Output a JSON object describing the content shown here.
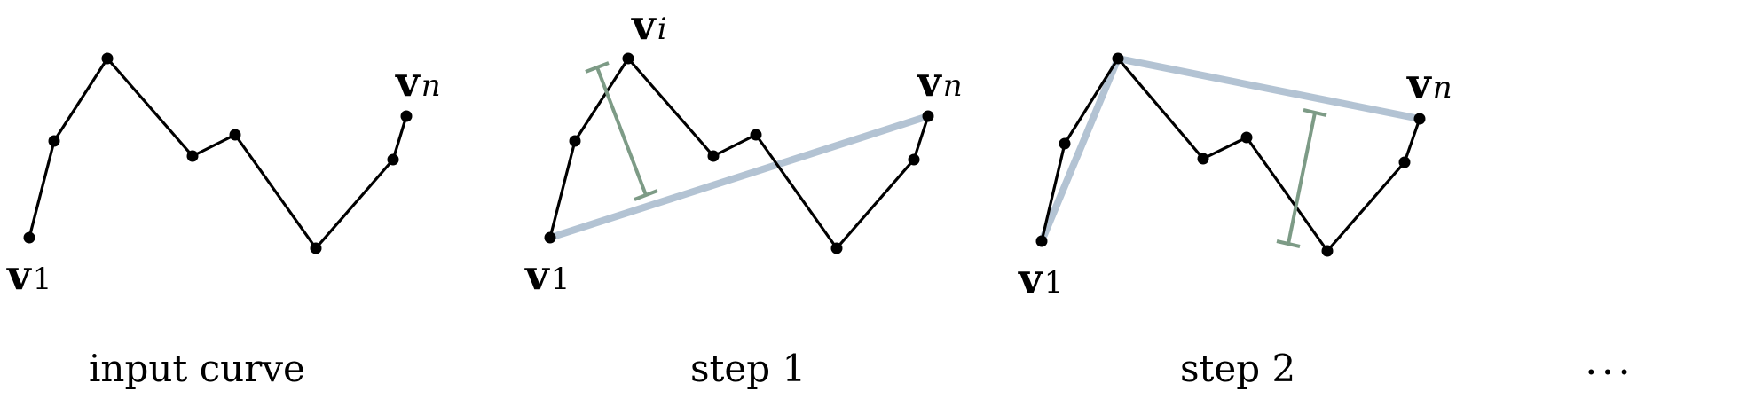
{
  "colors": {
    "curve": "#000000",
    "chord": "#b3c3d3",
    "distance": "#7d9b86",
    "vertex": "#000000"
  },
  "labels": {
    "v_symbol": "v",
    "sub_1": "1",
    "sub_n": "n",
    "sub_i": "i"
  },
  "panels": [
    {
      "caption": "input curve"
    },
    {
      "caption": "step 1"
    },
    {
      "caption": "step 2"
    }
  ],
  "ellipsis": "..."
}
